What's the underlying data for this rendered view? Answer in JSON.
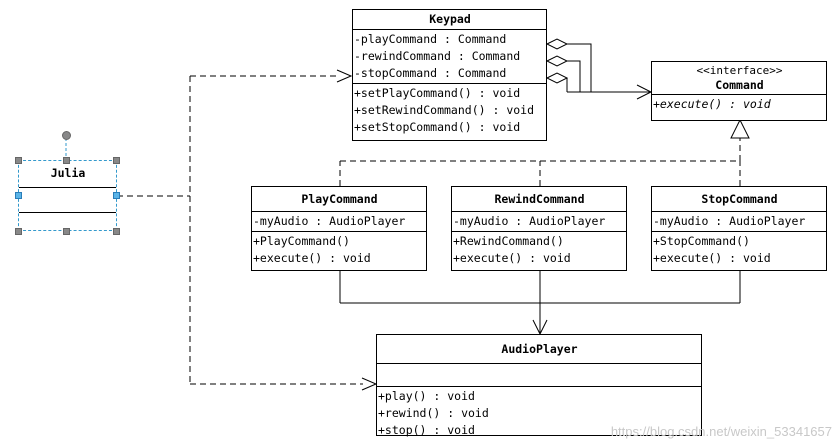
{
  "classes": {
    "keypad": {
      "name": "Keypad",
      "attributes": [
        "-playCommand : Command",
        "-rewindCommand : Command",
        "-stopCommand : Command"
      ],
      "methods": [
        "+setPlayCommand() : void",
        "+setRewindCommand() : void",
        "+setStopCommand() : void"
      ]
    },
    "command": {
      "stereotype": "<<interface>>",
      "name": "Command",
      "methods": [
        "+execute() : void"
      ]
    },
    "julia": {
      "name": "Julia"
    },
    "play_command": {
      "name": "PlayCommand",
      "attributes": [
        "-myAudio : AudioPlayer"
      ],
      "methods": [
        "+PlayCommand()",
        "+execute() : void"
      ]
    },
    "rewind_command": {
      "name": "RewindCommand",
      "attributes": [
        "-myAudio : AudioPlayer"
      ],
      "methods": [
        "+RewindCommand()",
        "+execute() : void"
      ]
    },
    "stop_command": {
      "name": "StopCommand",
      "attributes": [
        "-myAudio : AudioPlayer"
      ],
      "methods": [
        "+StopCommand()",
        "+execute() : void"
      ]
    },
    "audio_player": {
      "name": "AudioPlayer",
      "methods": [
        "+play() : void",
        "+rewind() : void",
        "+stop() : void"
      ]
    }
  },
  "watermark": "https://blog.csdn.net/weixin_53341657"
}
